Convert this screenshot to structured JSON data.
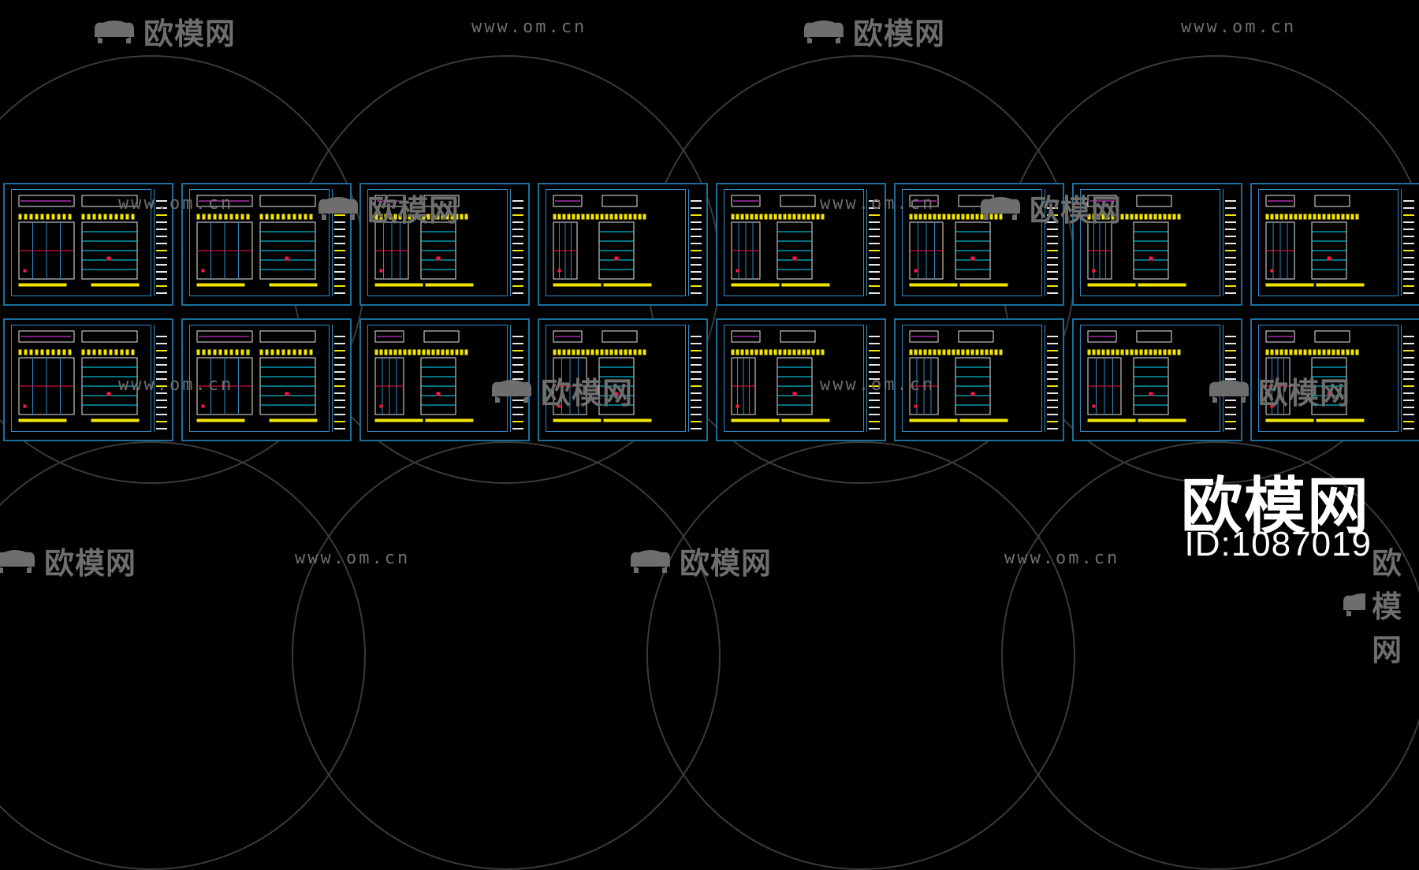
{
  "watermark": {
    "brand": "欧模网",
    "url": "www.om.cn",
    "color": "#6e6e6e"
  },
  "brand_overlay": {
    "title": "欧模网",
    "id_label": "ID:1087019",
    "color": "#ffffff"
  },
  "drawing_sheets": {
    "rows": 2,
    "columns": 8,
    "frame_color": "#1c6f9c",
    "line_colors": [
      "#f3e600",
      "#ff1744",
      "#e8e8e8",
      "#2e8cc9",
      "#00e5ff",
      "#ff40ff"
    ]
  }
}
